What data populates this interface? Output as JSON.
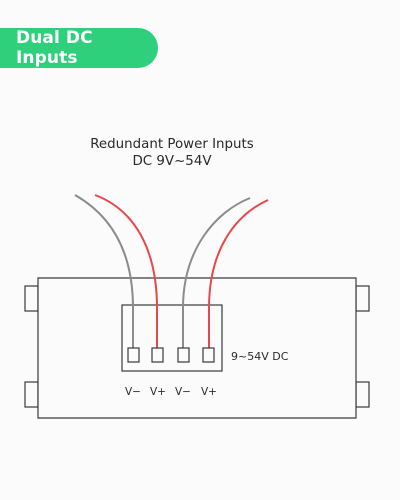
{
  "badge": {
    "label": "Dual DC Inputs"
  },
  "caption": {
    "line1": "Redundant Power Inputs",
    "line2": "DC 9V~54V"
  },
  "terminal": {
    "voltage_label": "9~54V DC",
    "pins": [
      "V−",
      "V+",
      "V−",
      "V+"
    ]
  },
  "colors": {
    "accent": "#2fd07c",
    "negative_wire": "#8c8c8c",
    "positive_wire": "#e8474b",
    "outline": "#3a3a3a"
  }
}
